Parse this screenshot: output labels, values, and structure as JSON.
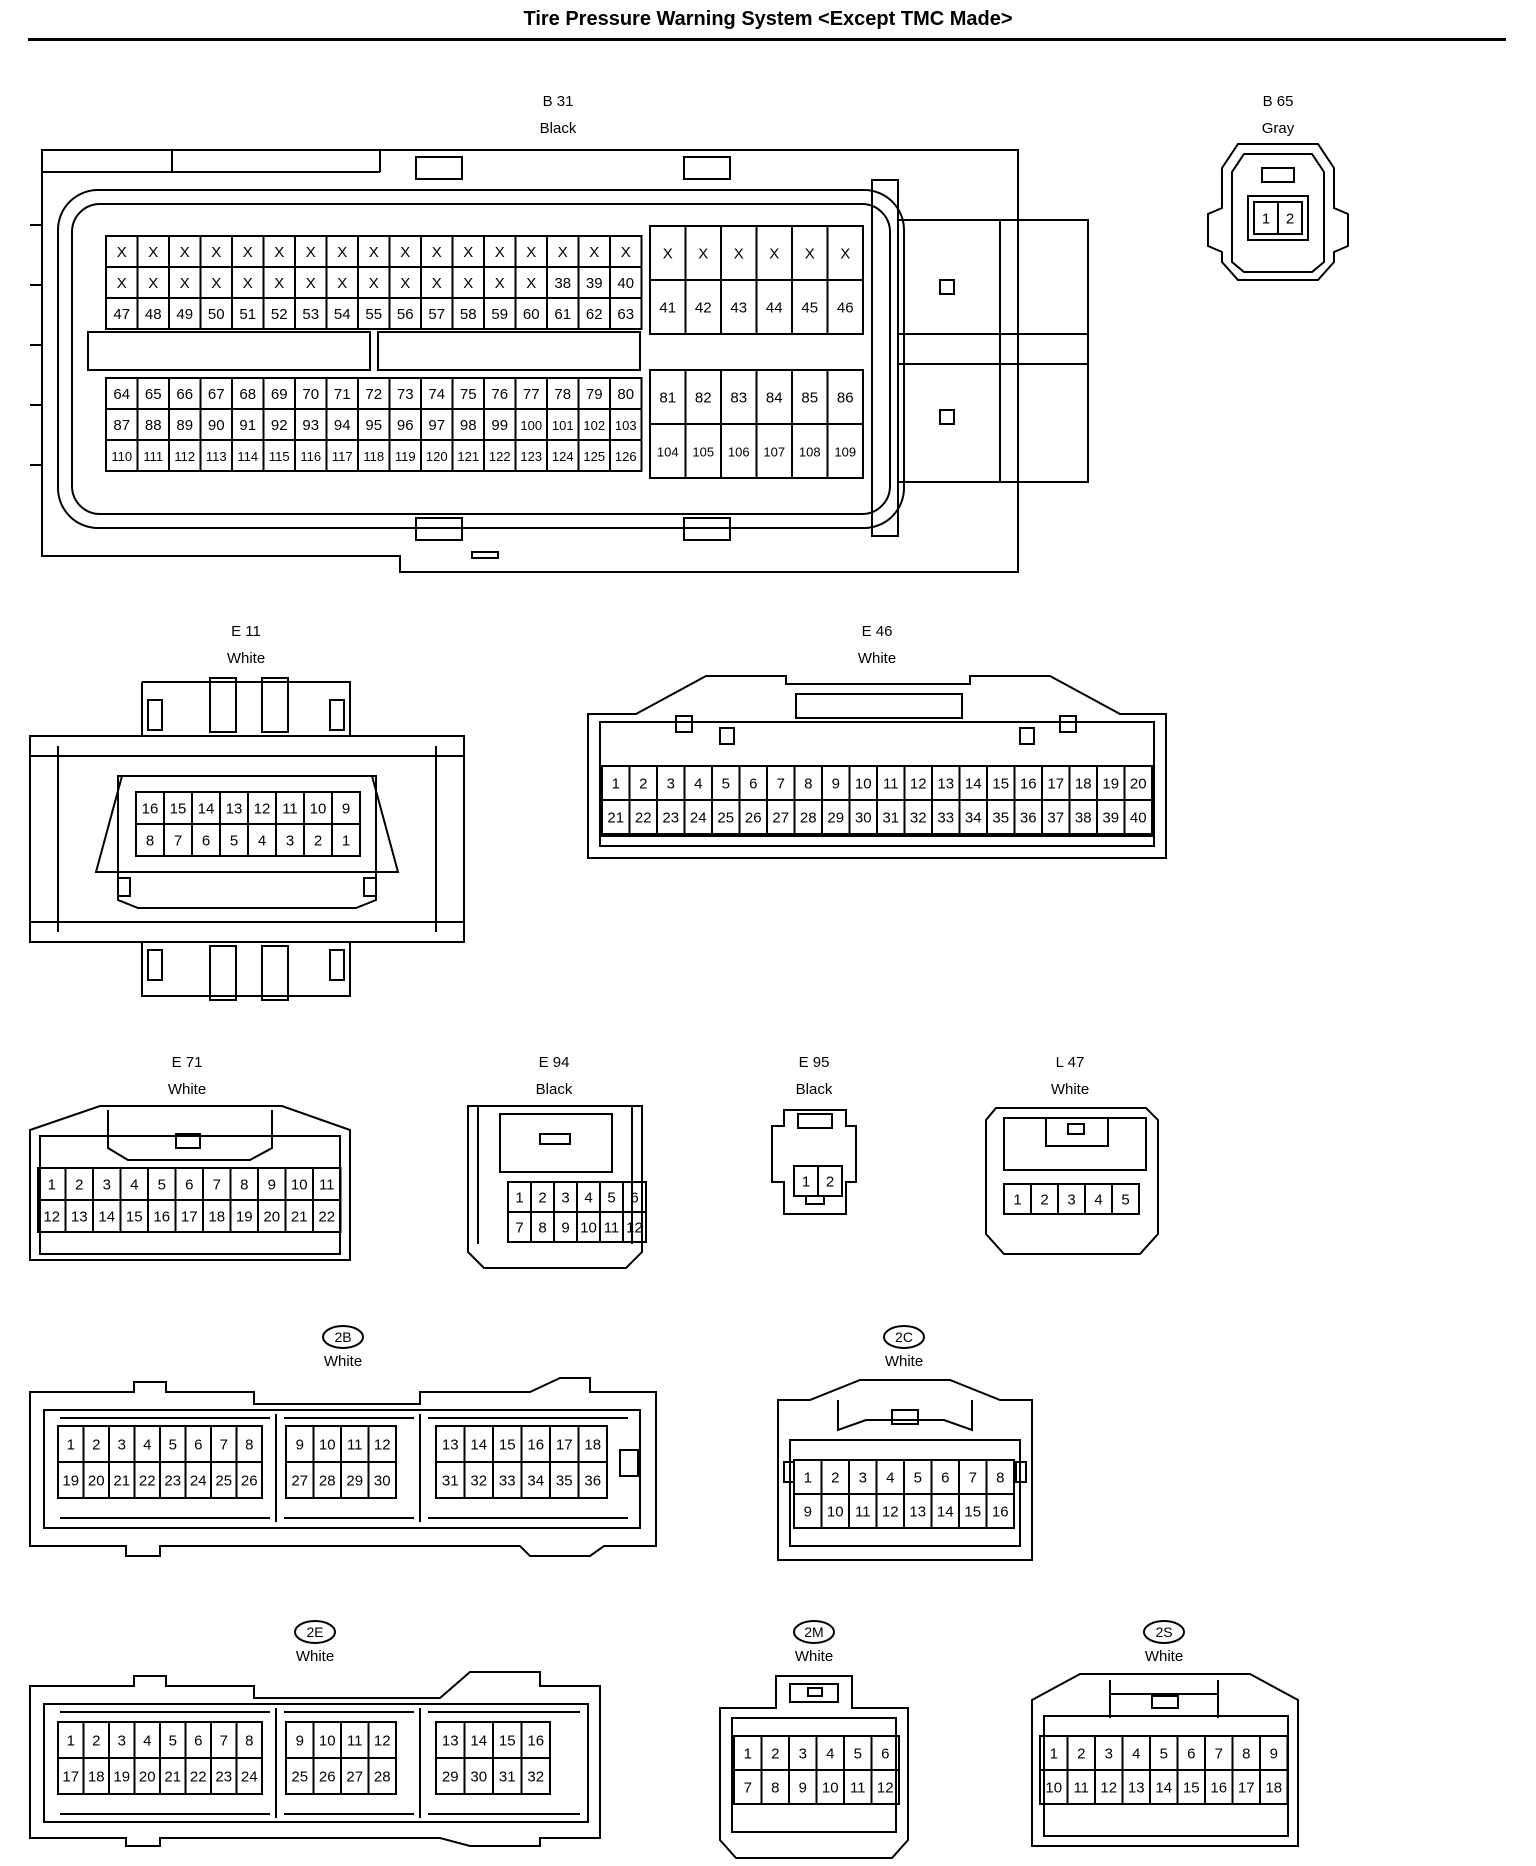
{
  "title": "Tire Pressure Warning System <Except TMC Made>",
  "connectors": {
    "B31": {
      "id": "B 31",
      "color": "Black",
      "block_a": [
        [
          "X",
          "X",
          "X",
          "X",
          "X",
          "X",
          "X",
          "X",
          "X",
          "X",
          "X",
          "X",
          "X",
          "X",
          "X",
          "X",
          "X"
        ],
        [
          "X",
          "X",
          "X",
          "X",
          "X",
          "X",
          "X",
          "X",
          "X",
          "X",
          "X",
          "X",
          "X",
          "X",
          "38",
          "39",
          "40"
        ],
        [
          "47",
          "48",
          "49",
          "50",
          "51",
          "52",
          "53",
          "54",
          "55",
          "56",
          "57",
          "58",
          "59",
          "60",
          "61",
          "62",
          "63"
        ]
      ],
      "block_b": [
        [
          "X",
          "X",
          "X",
          "X",
          "X",
          "X"
        ],
        [
          "41",
          "42",
          "43",
          "44",
          "45",
          "46"
        ]
      ],
      "block_c": [
        [
          "64",
          "65",
          "66",
          "67",
          "68",
          "69",
          "70",
          "71",
          "72",
          "73",
          "74",
          "75",
          "76",
          "77",
          "78",
          "79",
          "80"
        ],
        [
          "87",
          "88",
          "89",
          "90",
          "91",
          "92",
          "93",
          "94",
          "95",
          "96",
          "97",
          "98",
          "99",
          "100",
          "101",
          "102",
          "103"
        ],
        [
          "110",
          "111",
          "112",
          "113",
          "114",
          "115",
          "116",
          "117",
          "118",
          "119",
          "120",
          "121",
          "122",
          "123",
          "124",
          "125",
          "126"
        ]
      ],
      "block_d": [
        [
          "81",
          "82",
          "83",
          "84",
          "85",
          "86"
        ],
        [
          "104",
          "105",
          "106",
          "107",
          "108",
          "109"
        ]
      ]
    },
    "B65": {
      "id": "B 65",
      "color": "Gray",
      "pins": [
        "1",
        "2"
      ]
    },
    "E11": {
      "id": "E 11",
      "color": "White",
      "rows": [
        [
          "16",
          "15",
          "14",
          "13",
          "12",
          "11",
          "10",
          "9"
        ],
        [
          "8",
          "7",
          "6",
          "5",
          "4",
          "3",
          "2",
          "1"
        ]
      ]
    },
    "E46": {
      "id": "E 46",
      "color": "White",
      "rows": [
        [
          "1",
          "2",
          "3",
          "4",
          "5",
          "6",
          "7",
          "8",
          "9",
          "10",
          "11",
          "12",
          "13",
          "14",
          "15",
          "16",
          "17",
          "18",
          "19",
          "20"
        ],
        [
          "21",
          "22",
          "23",
          "24",
          "25",
          "26",
          "27",
          "28",
          "29",
          "30",
          "31",
          "32",
          "33",
          "34",
          "35",
          "36",
          "37",
          "38",
          "39",
          "40"
        ]
      ]
    },
    "E71": {
      "id": "E 71",
      "color": "White",
      "rows": [
        [
          "1",
          "2",
          "3",
          "4",
          "5",
          "6",
          "7",
          "8",
          "9",
          "10",
          "11"
        ],
        [
          "12",
          "13",
          "14",
          "15",
          "16",
          "17",
          "18",
          "19",
          "20",
          "21",
          "22"
        ]
      ]
    },
    "E94": {
      "id": "E 94",
      "color": "Black",
      "rows": [
        [
          "1",
          "2",
          "3",
          "4",
          "5",
          "6"
        ],
        [
          "7",
          "8",
          "9",
          "10",
          "11",
          "12"
        ]
      ]
    },
    "E95": {
      "id": "E 95",
      "color": "Black",
      "pins": [
        "1",
        "2"
      ]
    },
    "L47": {
      "id": "L 47",
      "color": "White",
      "pins": [
        "1",
        "2",
        "3",
        "4",
        "5"
      ]
    },
    "2B": {
      "id": "2B",
      "color": "White",
      "groups": [
        [
          [
            "1",
            "2",
            "3",
            "4",
            "5",
            "6",
            "7",
            "8"
          ],
          [
            "19",
            "20",
            "21",
            "22",
            "23",
            "24",
            "25",
            "26"
          ]
        ],
        [
          [
            "9",
            "10",
            "11",
            "12"
          ],
          [
            "27",
            "28",
            "29",
            "30"
          ]
        ],
        [
          [
            "13",
            "14",
            "15",
            "16",
            "17",
            "18"
          ],
          [
            "31",
            "32",
            "33",
            "34",
            "35",
            "36"
          ]
        ]
      ]
    },
    "2C": {
      "id": "2C",
      "color": "White",
      "rows": [
        [
          "1",
          "2",
          "3",
          "4",
          "5",
          "6",
          "7",
          "8"
        ],
        [
          "9",
          "10",
          "11",
          "12",
          "13",
          "14",
          "15",
          "16"
        ]
      ]
    },
    "2E": {
      "id": "2E",
      "color": "White",
      "groups": [
        [
          [
            "1",
            "2",
            "3",
            "4",
            "5",
            "6",
            "7",
            "8"
          ],
          [
            "17",
            "18",
            "19",
            "20",
            "21",
            "22",
            "23",
            "24"
          ]
        ],
        [
          [
            "9",
            "10",
            "11",
            "12"
          ],
          [
            "25",
            "26",
            "27",
            "28"
          ]
        ],
        [
          [
            "13",
            "14",
            "15",
            "16"
          ],
          [
            "29",
            "30",
            "31",
            "32"
          ]
        ]
      ]
    },
    "2M": {
      "id": "2M",
      "color": "White",
      "rows": [
        [
          "1",
          "2",
          "3",
          "4",
          "5",
          "6"
        ],
        [
          "7",
          "8",
          "9",
          "10",
          "11",
          "12"
        ]
      ]
    },
    "2S": {
      "id": "2S",
      "color": "White",
      "rows": [
        [
          "1",
          "2",
          "3",
          "4",
          "5",
          "6",
          "7",
          "8",
          "9"
        ],
        [
          "10",
          "11",
          "12",
          "13",
          "14",
          "15",
          "16",
          "17",
          "18"
        ]
      ]
    }
  }
}
